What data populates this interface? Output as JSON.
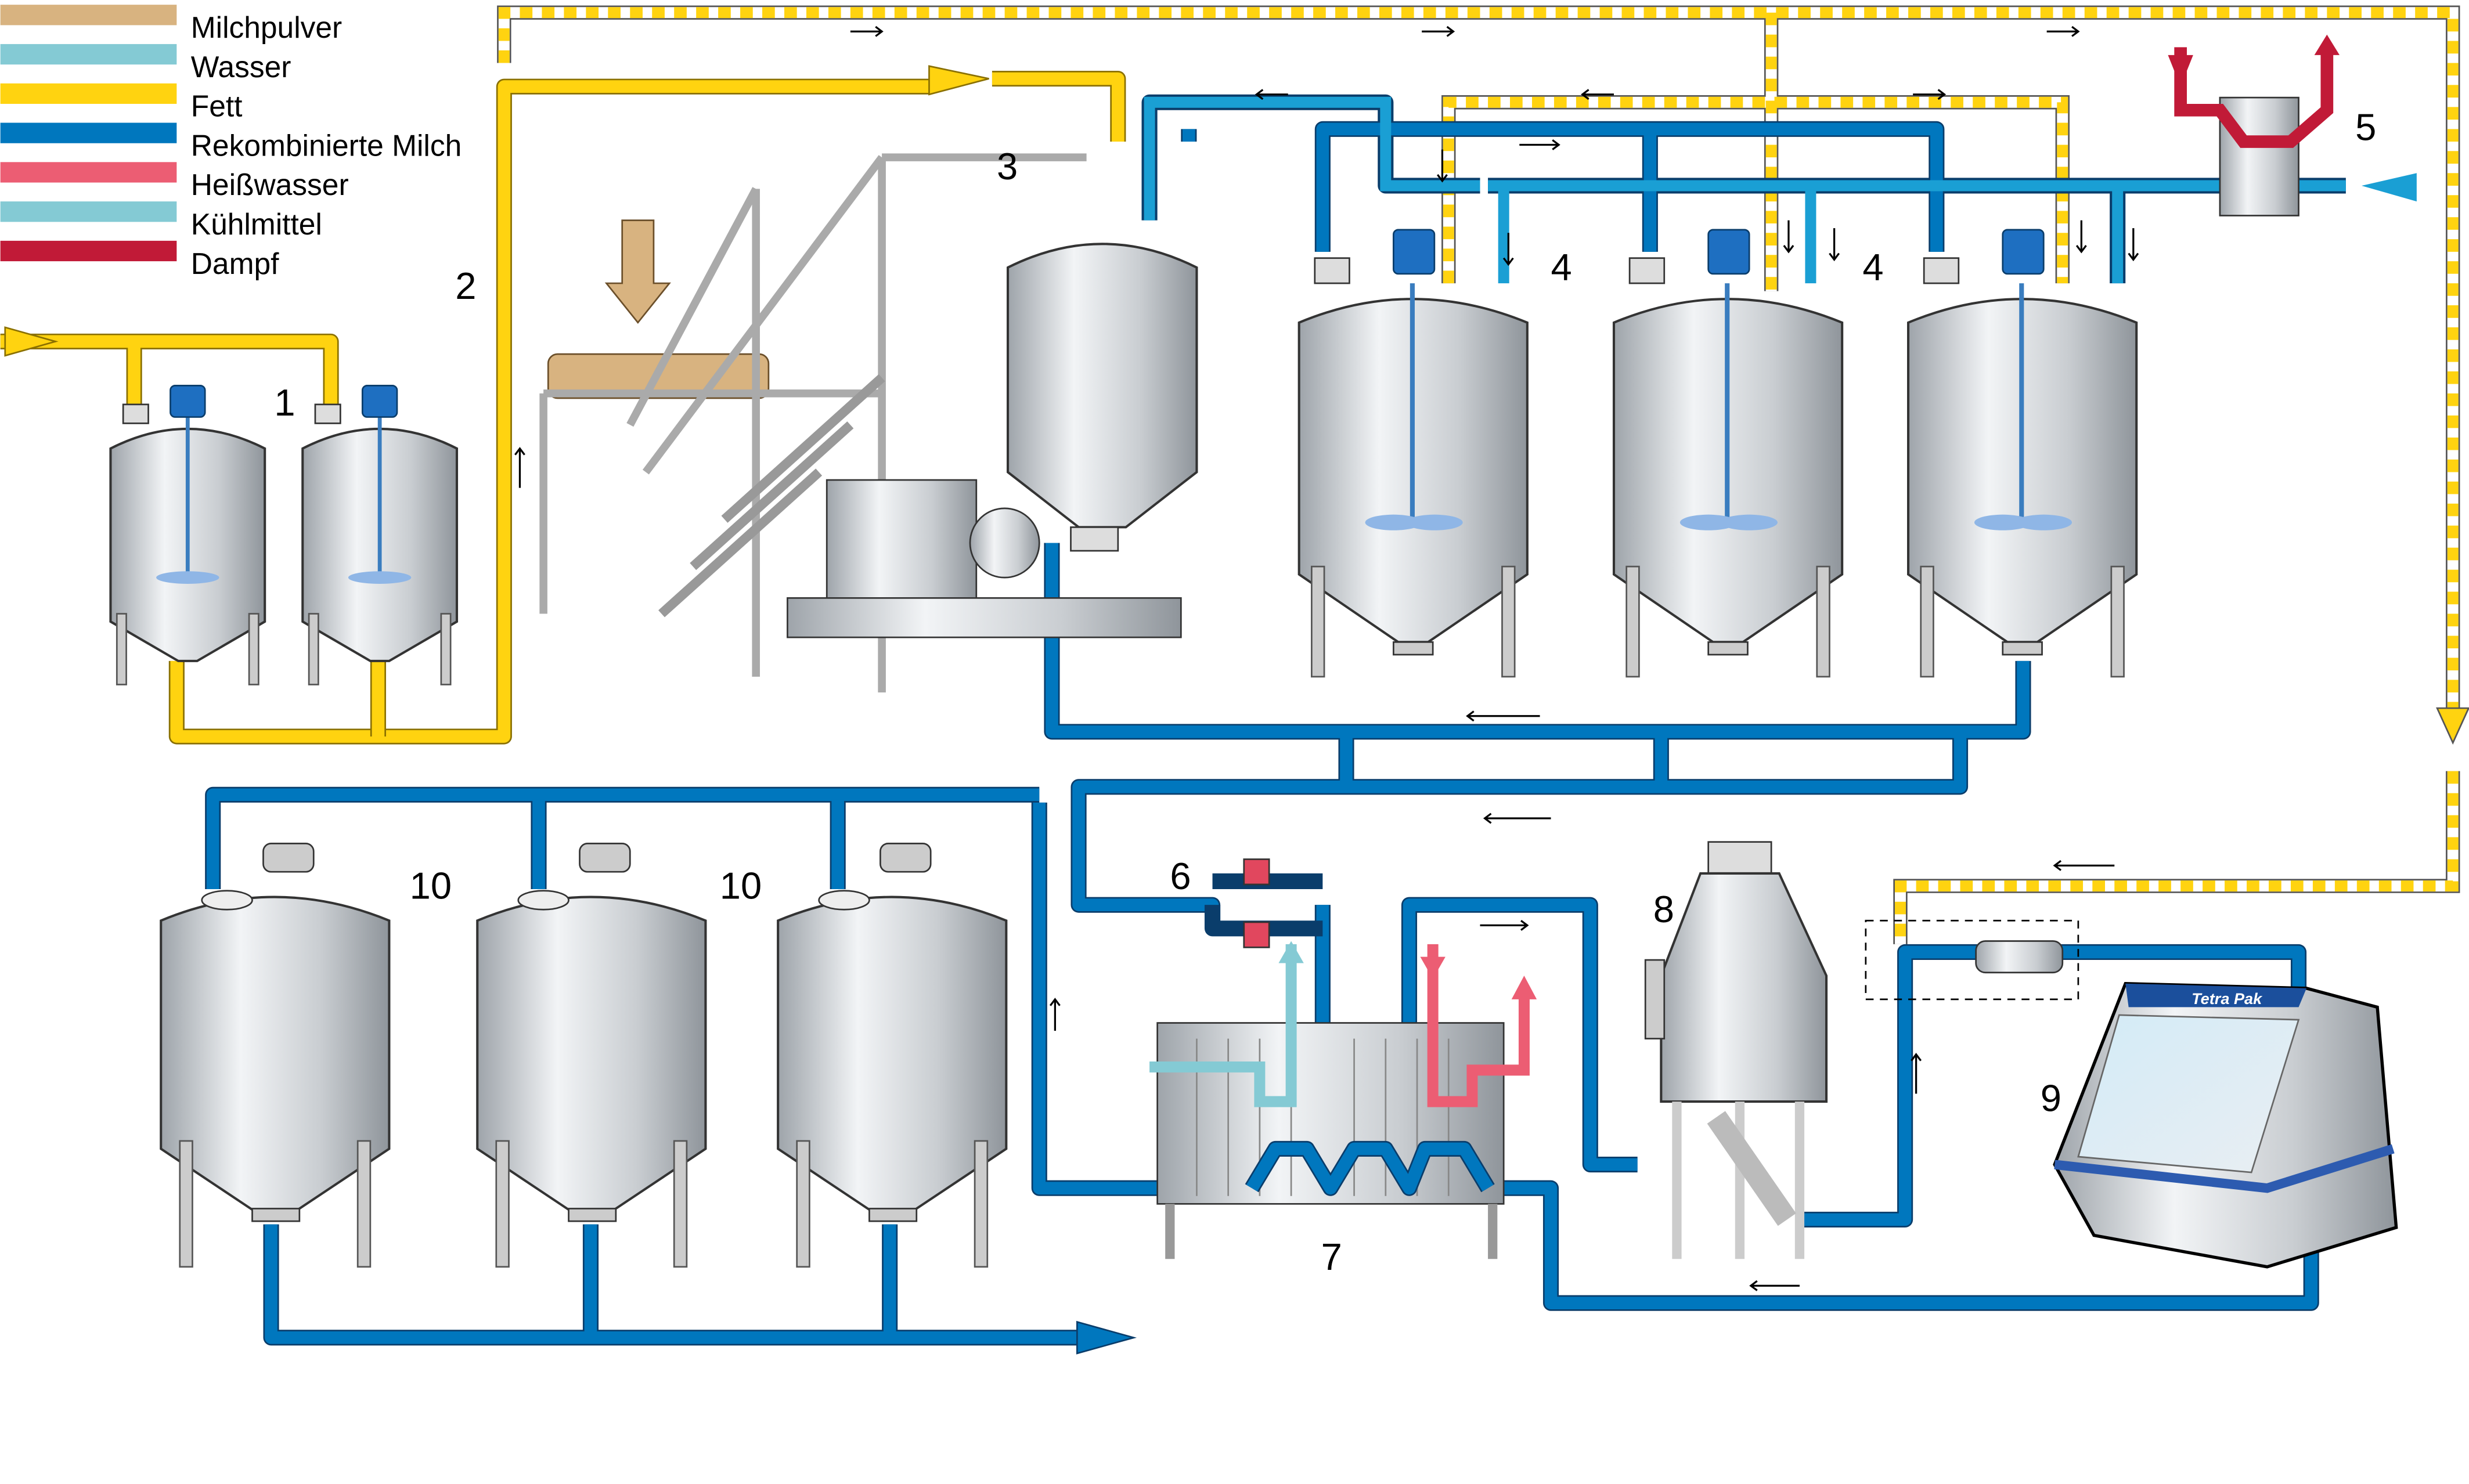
{
  "legend": {
    "items": [
      {
        "label": "Milchpulver",
        "color": "#d8b380"
      },
      {
        "label": "Wasser",
        "color": "#84cad4"
      },
      {
        "label": "Fett",
        "color": "#ffd310"
      },
      {
        "label": "Rekombinierte Milch",
        "color": "#0077be"
      },
      {
        "label": "Heißwasser",
        "color": "#ec5d73"
      },
      {
        "label": "Kühlmittel",
        "color": "#84cad4"
      },
      {
        "label": "Dampf",
        "color": "#c11a37"
      }
    ]
  },
  "equipment_labels": {
    "n1": "1",
    "n2": "2",
    "n3": "3",
    "n4a": "4",
    "n4b": "4",
    "n5": "5",
    "n6": "6",
    "n7": "7",
    "n8": "8",
    "n9": "9",
    "n10a": "10",
    "n10b": "10"
  },
  "brand": "Tetra Pak"
}
